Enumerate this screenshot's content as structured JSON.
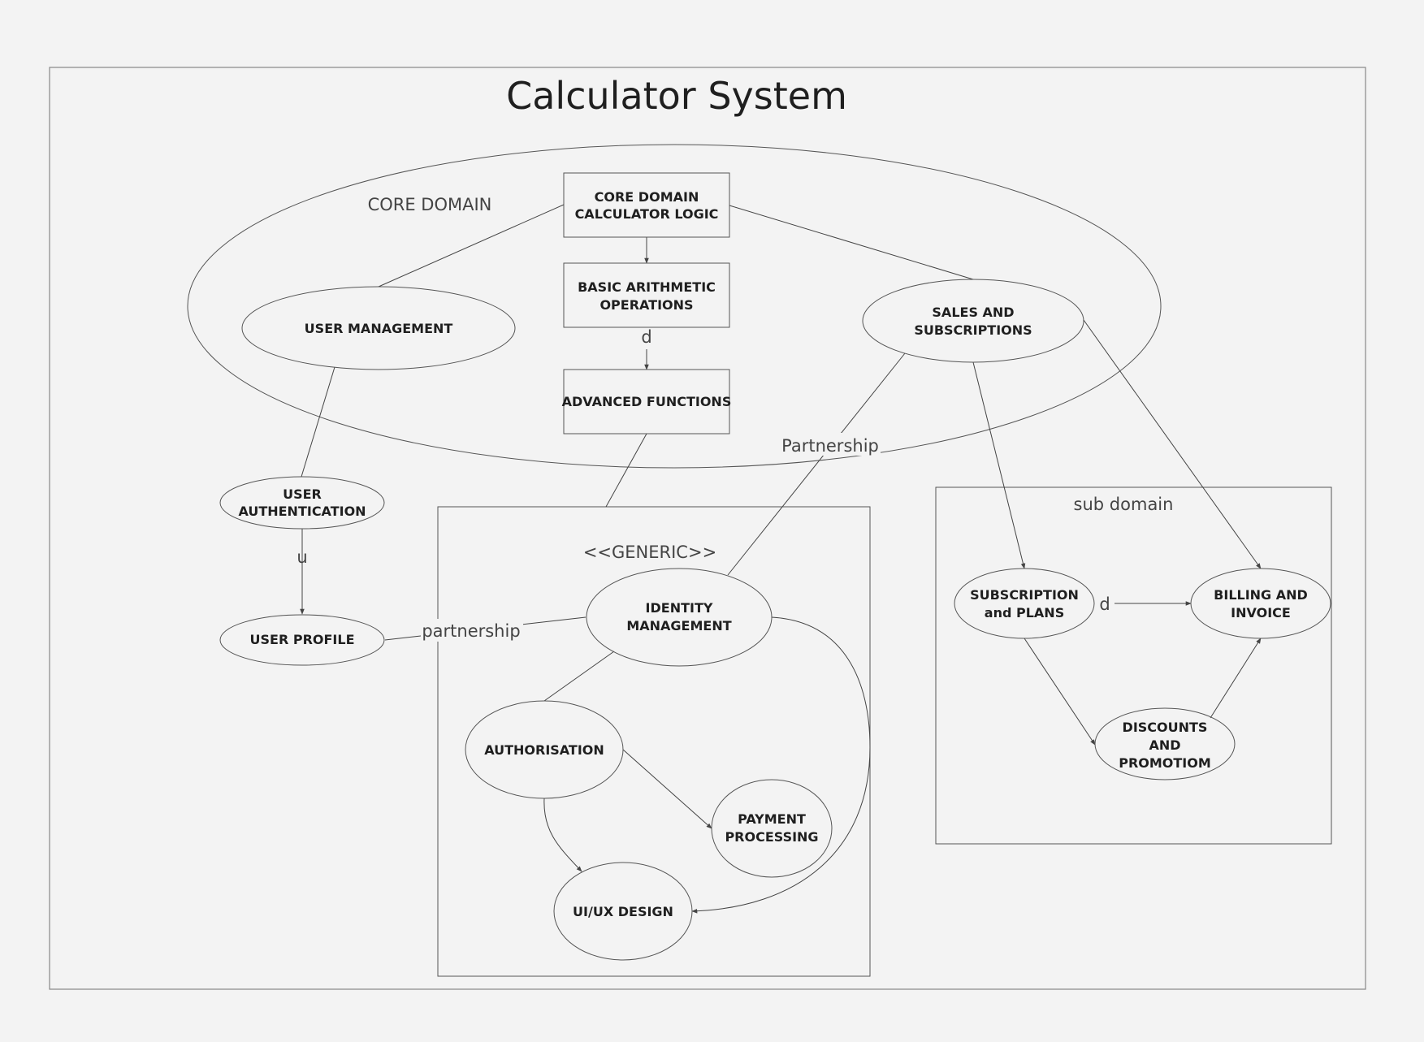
{
  "title": "Calculator System",
  "groups": {
    "core_domain": "CORE DOMAIN",
    "generic": "<<GENERIC>>",
    "sub_domain": "sub domain"
  },
  "nodes": {
    "core_logic": [
      "CORE DOMAIN",
      "CALCULATOR LOGIC"
    ],
    "basic_arithmetic": [
      "BASIC ARITHMETIC",
      "OPERATIONS"
    ],
    "advanced_functions": [
      "ADVANCED FUNCTIONS"
    ],
    "user_management": [
      "USER MANAGEMENT"
    ],
    "sales_subscriptions": [
      "SALES AND",
      "SUBSCRIPTIONS"
    ],
    "user_authentication": [
      "USER",
      "AUTHENTICATION"
    ],
    "user_profile": [
      "USER PROFILE"
    ],
    "identity_management": [
      "IDENTITY",
      "MANAGEMENT"
    ],
    "authorisation": [
      "AUTHORISATION"
    ],
    "payment_processing": [
      "PAYMENT",
      "PROCESSING"
    ],
    "ui_ux_design": [
      "UI/UX DESIGN"
    ],
    "subscription_plans": [
      "SUBSCRIPTION",
      "and PLANS"
    ],
    "billing_invoice": [
      "BILLING AND",
      "INVOICE"
    ],
    "discounts_promotion": [
      "DISCOUNTS",
      "AND",
      "PROMOTIOM"
    ]
  },
  "edge_labels": {
    "basic_to_advanced": "d",
    "auth_to_profile": "u",
    "sales_identity": "Partnership",
    "profile_identity": "partnership",
    "plans_to_billing": "d"
  }
}
